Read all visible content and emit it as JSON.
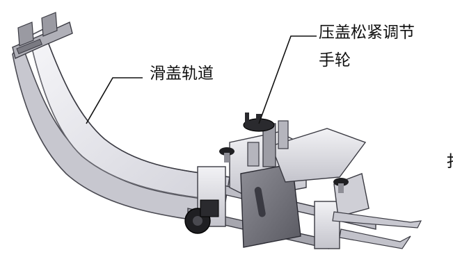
{
  "labels": {
    "slide_rail": "滑盖轨道",
    "adjust_knob_line1": "压盖松紧调节",
    "adjust_knob_line2": "手轮",
    "edge_fragment": "扌"
  },
  "colors": {
    "metal_light": "#e4e4ea",
    "metal_mid": "#b9b9c2",
    "metal_dark": "#5a5a62",
    "rail_face": "#ededf1",
    "black_parts": "#1a1a1a",
    "leader_line": "#111111"
  }
}
